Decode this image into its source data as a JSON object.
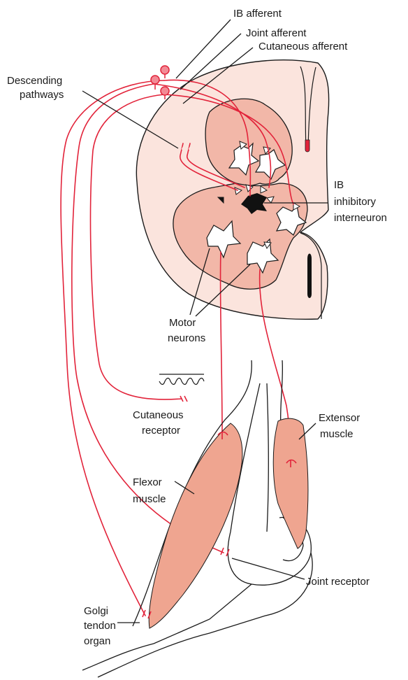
{
  "colors": {
    "cord_outer": "#fbe4dd",
    "gray_matter": "#f2b7a8",
    "muscle": "#efa590",
    "nerve_red": "#e2233a",
    "outline": "#1a1a1a",
    "interneuron": "#111111"
  },
  "labels": {
    "ib_afferent": "IB afferent",
    "joint_afferent": "Joint afferent",
    "cutaneous_afferent": "Cutaneous afferent",
    "descending_1": "Descending",
    "descending_2": "pathways",
    "ib_1": "IB",
    "ib_2": "inhibitory",
    "ib_3": "interneuron",
    "motor_1": "Motor",
    "motor_2": "neurons",
    "cutaneous_1": "Cutaneous",
    "cutaneous_2": "receptor",
    "extensor_1": "Extensor",
    "extensor_2": "muscle",
    "flexor_1": "Flexor",
    "flexor_2": "muscle",
    "joint_receptor": "Joint receptor",
    "golgi_1": "Golgi",
    "golgi_2": "tendon",
    "golgi_3": "organ"
  }
}
